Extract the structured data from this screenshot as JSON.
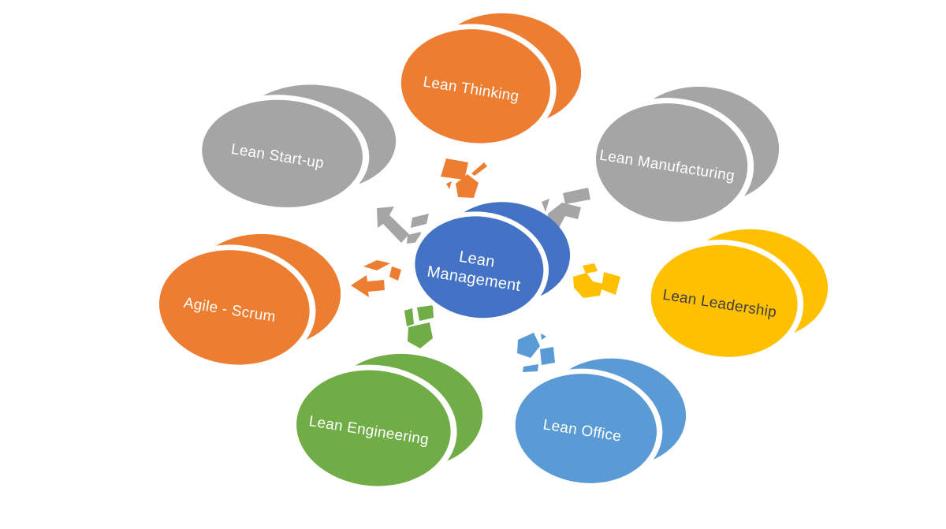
{
  "diagram": {
    "type": "hub-and-spoke",
    "background_color": "#FFFFFF"
  },
  "center": {
    "label": "Lean Management",
    "color": "#4472C4",
    "text_color": "#FFFFFF"
  },
  "nodes": [
    {
      "label": "Lean Thinking",
      "color": "#ED7D31",
      "text_color": "#FFFFFF"
    },
    {
      "label": "Lean Manufacturing",
      "color": "#A5A5A5",
      "text_color": "#FFFFFF"
    },
    {
      "label": "Lean Leadership",
      "color": "#FFC000",
      "text_color": "#3F3F3F"
    },
    {
      "label": "Lean Office",
      "color": "#5B9BD5",
      "text_color": "#FFFFFF"
    },
    {
      "label": "Lean Engineering",
      "color": "#70AD47",
      "text_color": "#FFFFFF"
    },
    {
      "label": "Agile - Scrum",
      "color": "#ED7D31",
      "text_color": "#FFFFFF"
    },
    {
      "label": "Lean Start-up",
      "color": "#A5A5A5",
      "text_color": "#FFFFFF"
    }
  ],
  "arrows": [
    {
      "to": "Lean Start-up",
      "color": "#A5A5A5"
    },
    {
      "to": "Lean Thinking",
      "color": "#ED7D31"
    },
    {
      "to": "Lean Manufacturing",
      "color": "#A5A5A5"
    },
    {
      "to": "Agile - Scrum",
      "color": "#ED7D31"
    },
    {
      "to": "Lean Leadership",
      "color": "#FFC000"
    },
    {
      "to": "Lean Engineering",
      "color": "#70AD47"
    },
    {
      "to": "Lean Office",
      "color": "#5B9BD5"
    }
  ]
}
